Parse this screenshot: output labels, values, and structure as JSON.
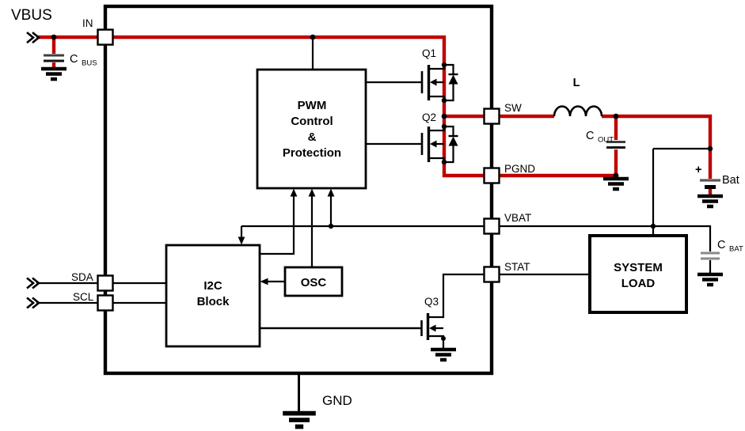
{
  "diagram": {
    "input_rail_label": "VBUS",
    "gnd_label": "GND",
    "colors": {
      "power_path": "#c00000",
      "wire": "#000000",
      "pin_fill": "#ffffff"
    },
    "ic": {
      "pins": {
        "in": "IN",
        "sw": "SW",
        "pgnd": "PGND",
        "vbat": "VBAT",
        "stat": "STAT",
        "sda": "SDA",
        "scl": "SCL"
      },
      "blocks": {
        "pwm": {
          "line1": "PWM",
          "line2": "Control",
          "line3": "&",
          "line4": "Protection"
        },
        "i2c": {
          "line1": "I2C",
          "line2": "Block"
        },
        "osc": {
          "label": "OSC"
        }
      },
      "transistors": {
        "q1": "Q1",
        "q2": "Q2",
        "q3": "Q3"
      }
    },
    "external": {
      "cbus": {
        "main": "C",
        "sub": "BUS"
      },
      "cout": {
        "main": "C",
        "sub": "OUT"
      },
      "cbat": {
        "main": "C",
        "sub": "BAT"
      },
      "inductor": {
        "label": "L"
      },
      "battery": {
        "label": "Bat",
        "polarity": "+"
      },
      "system_load": {
        "line1": "SYSTEM",
        "line2": "LOAD"
      }
    }
  }
}
